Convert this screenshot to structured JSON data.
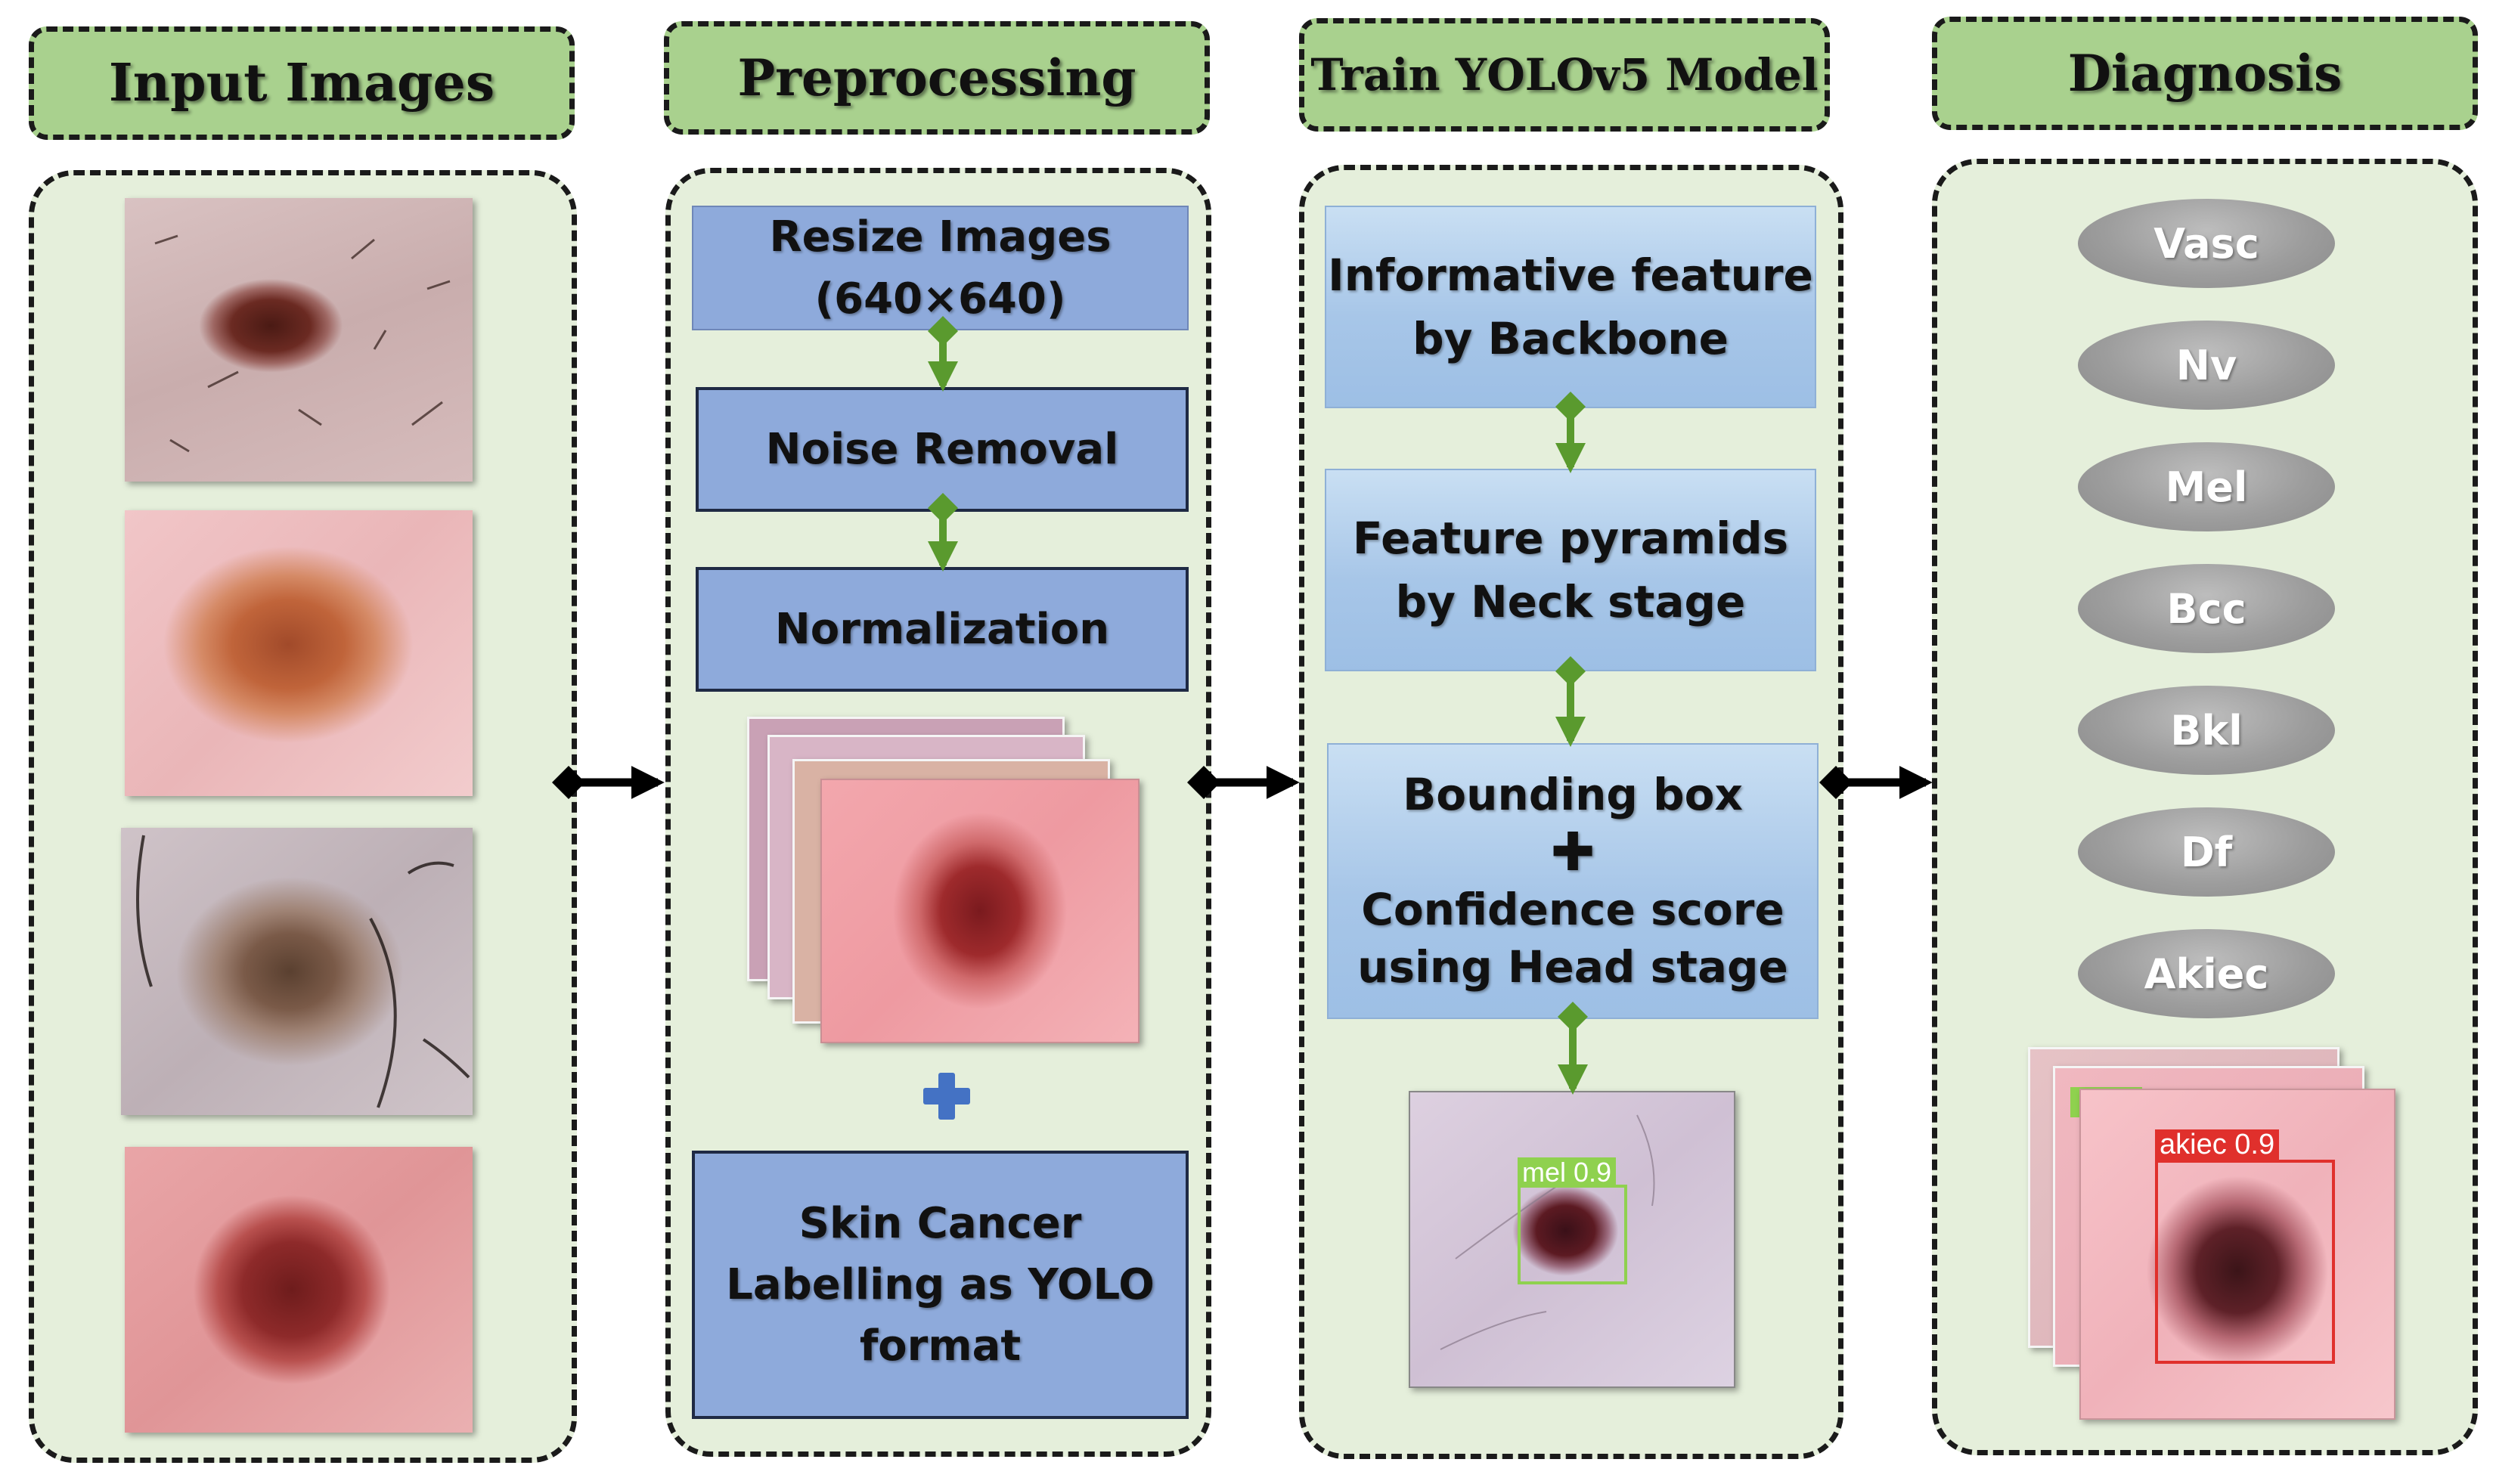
{
  "headers": {
    "input": "Input Images",
    "preprocessing": "Preprocessing",
    "train": "Train YOLOv5 Model",
    "diagnosis": "Diagnosis"
  },
  "preprocessing": {
    "resize_line1": "Resize Images",
    "resize_line2": "(640×640)",
    "noise": "Noise Removal",
    "normalization": "Normalization",
    "label_line1": "Skin Cancer",
    "label_line2": "Labelling as YOLO",
    "label_line3": "format"
  },
  "training": {
    "backbone_line1": "Informative feature",
    "backbone_line2": "by Backbone",
    "neck_line1": "Feature pyramids",
    "neck_line2": "by Neck stage",
    "head_line1": "Bounding box",
    "head_line2": "Confidence score",
    "head_line3": "using Head stage",
    "detection_label": "mel 0.9"
  },
  "diagnosis": {
    "classes": [
      "Vasc",
      "Nv",
      "Mel",
      "Bcc",
      "Bkl",
      "Df",
      "Akiec"
    ],
    "detection_label": "akiec 0.9"
  },
  "colors": {
    "header_fill": "#a9d18e",
    "panel_fill": "#e5efdb",
    "connector": "#5a9a2e",
    "detect_green": "#8fd14f",
    "detect_red": "#e0302c"
  }
}
